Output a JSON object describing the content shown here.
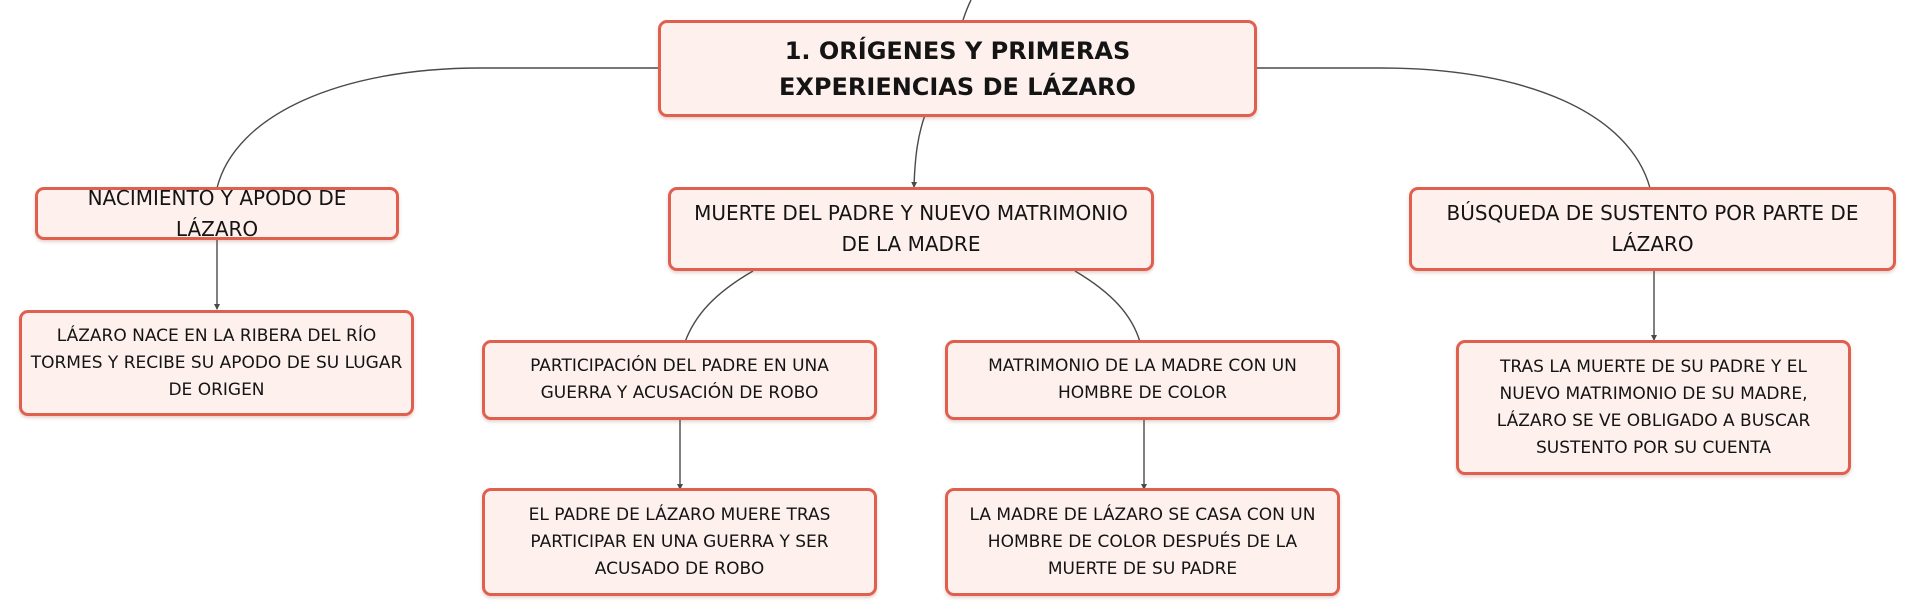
{
  "colors": {
    "node_border": "#e0604f",
    "node_fill": "#fdf0ed",
    "connector": "#4a4a4a",
    "text": "#141414"
  },
  "map": {
    "root": {
      "label": "1. ORÍGENES Y PRIMERAS EXPERIENCIAS DE LÁZARO"
    },
    "branches": [
      {
        "label": "NACIMIENTO Y APODO DE LÁZARO",
        "detail": "LÁZARO NACE EN LA RIBERA DEL RÍO TORMES Y RECIBE SU APODO DE SU LUGAR DE ORIGEN"
      },
      {
        "label": "MUERTE DEL PADRE Y NUEVO MATRIMONIO DE LA MADRE",
        "subtopics": [
          {
            "label": "PARTICIPACIÓN DEL PADRE EN UNA GUERRA Y ACUSACIÓN DE ROBO",
            "detail": "EL PADRE DE LÁZARO MUERE TRAS PARTICIPAR EN UNA GUERRA Y SER ACUSADO DE ROBO"
          },
          {
            "label": "MATRIMONIO DE LA MADRE CON UN HOMBRE DE COLOR",
            "detail": "LA MADRE DE LÁZARO SE CASA CON UN HOMBRE DE COLOR DESPUÉS DE LA MUERTE DE SU PADRE"
          }
        ]
      },
      {
        "label": "BÚSQUEDA DE SUSTENTO POR PARTE DE LÁZARO",
        "detail": "TRAS LA MUERTE DE SU PADRE Y EL NUEVO MATRIMONIO DE SU MADRE, LÁZARO SE VE OBLIGADO A BUSCAR SUSTENTO POR SU CUENTA"
      }
    ]
  }
}
